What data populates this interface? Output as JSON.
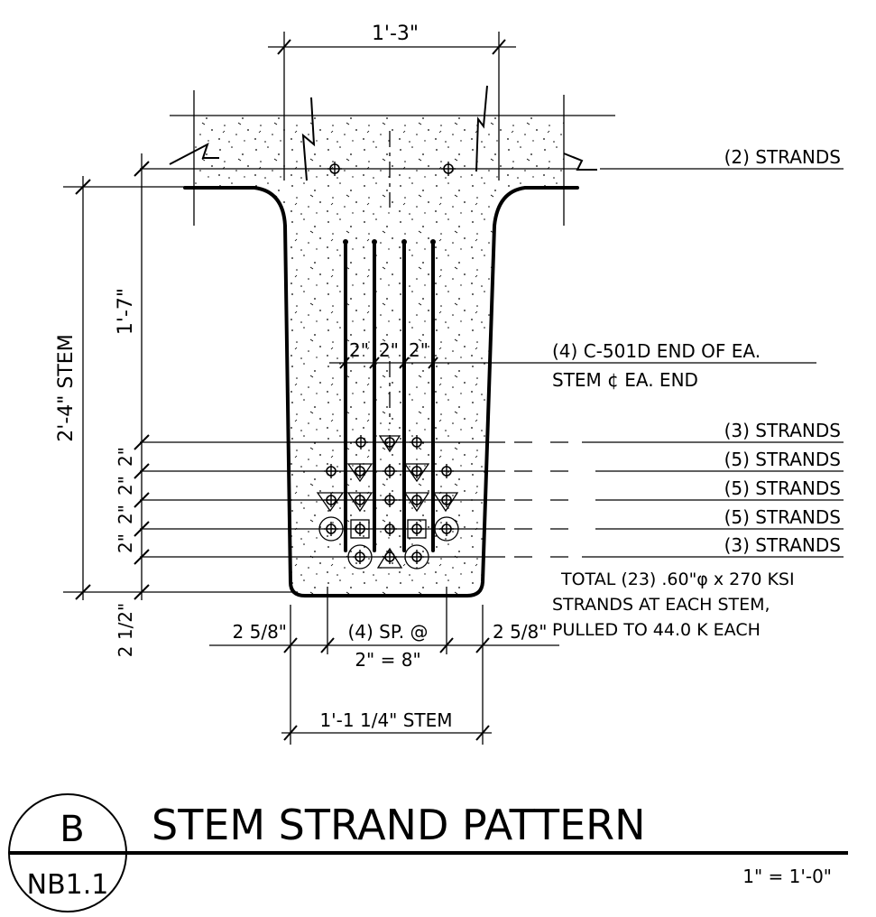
{
  "dimensions": {
    "top_width": "1'-3\"",
    "stem_height": "2'-4\" STEM",
    "upper_height": "1'-7\"",
    "row_spacing_1": "2\"",
    "row_spacing_2": "2\"",
    "row_spacing_3": "2\"",
    "row_spacing_4": "2\"",
    "bottom_cover": "2 1/2\"",
    "col_spacing_1": "2\"",
    "col_spacing_2": "2\"",
    "col_spacing_3": "2\"",
    "left_edge": "2 5/8\"",
    "right_edge": "2 5/8\"",
    "spacing_top": "(4) SP. @",
    "spacing_bottom": "2\" = 8\"",
    "stem_width": "1'-1 1/4\" STEM"
  },
  "callouts": {
    "top_strands": "(2) STRANDS",
    "rebar_line1": "(4) C-501D END OF EA.",
    "rebar_line2": "STEM ¢ EA. END",
    "rows": [
      "(3) STRANDS",
      "(5) STRANDS",
      "(5) STRANDS",
      "(5) STRANDS",
      "(3) STRANDS"
    ],
    "total_line1": "TOTAL (23) .60\"φ x 270 KSI",
    "total_line2": "STRANDS AT EACH STEM,",
    "total_line3": "PULLED TO 44.0 K EACH"
  },
  "title_block": {
    "detail_letter": "B",
    "sheet_ref": "NB1.1",
    "title": "STEM STRAND PATTERN",
    "scale": "1\" = 1'-0\""
  }
}
